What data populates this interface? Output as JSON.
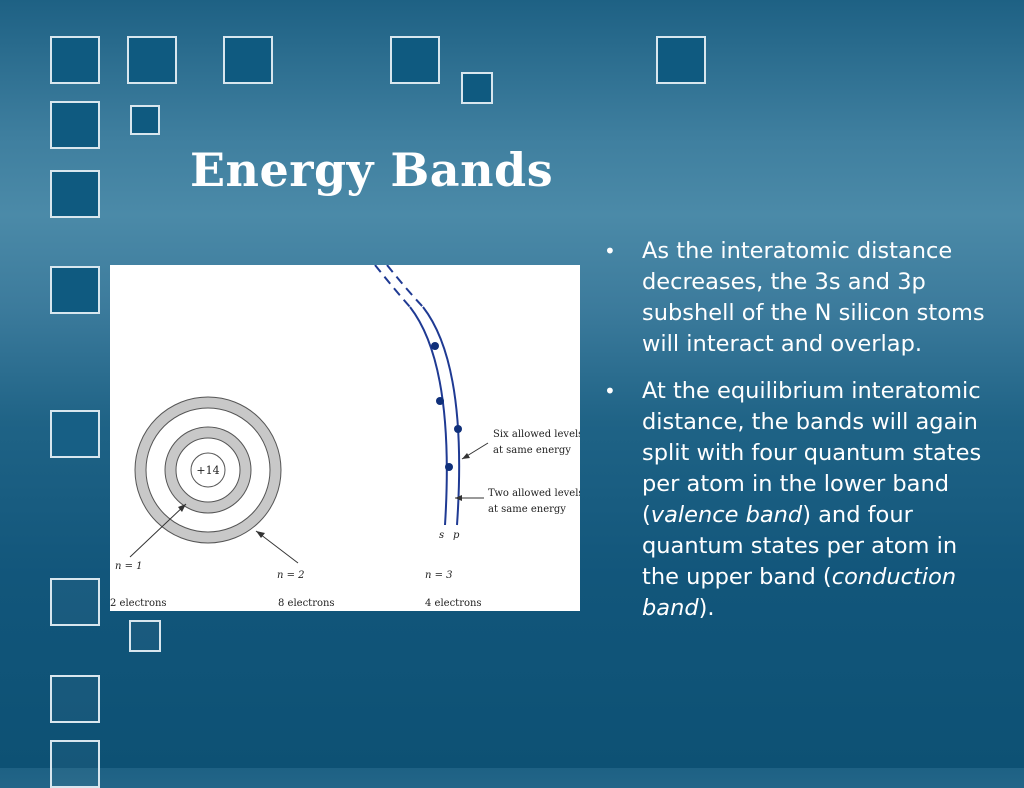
{
  "slide": {
    "title": "Energy Bands"
  },
  "figure": {
    "nucleus_label": "+14",
    "shells": [
      {
        "n_label": "n = 1",
        "electrons_label": "2 electrons"
      },
      {
        "n_label": "n = 2",
        "electrons_label": "8 electrons"
      },
      {
        "n_label": "n = 3",
        "electrons_label": "4 electrons"
      }
    ],
    "annotations": {
      "six_levels_line1": "Six allowed levels",
      "six_levels_line2": "at same energy",
      "two_levels_line1": "Two allowed levels",
      "two_levels_line2": "at same energy",
      "s_label": "s",
      "p_label": "p"
    }
  },
  "bullets": [
    {
      "marker": "•",
      "parts": [
        {
          "text": "As the interatomic distance decreases, the 3s and 3p subshell of the N silicon stoms will interact and overlap.",
          "italic": false
        }
      ]
    },
    {
      "marker": "•",
      "parts": [
        {
          "text": "At the equilibrium interatomic distance, the bands will again split with four quantum states per atom in the lower band (",
          "italic": false
        },
        {
          "text": "valence band",
          "italic": true
        },
        {
          "text": ") and four quantum states per atom in the upper band (",
          "italic": false
        },
        {
          "text": "conduction band",
          "italic": true
        },
        {
          "text": ").",
          "italic": false
        }
      ]
    }
  ],
  "colors": {
    "accent_line": "#1f3a93",
    "dot": "#10307a",
    "ring_fill": "#c8c8c8"
  }
}
